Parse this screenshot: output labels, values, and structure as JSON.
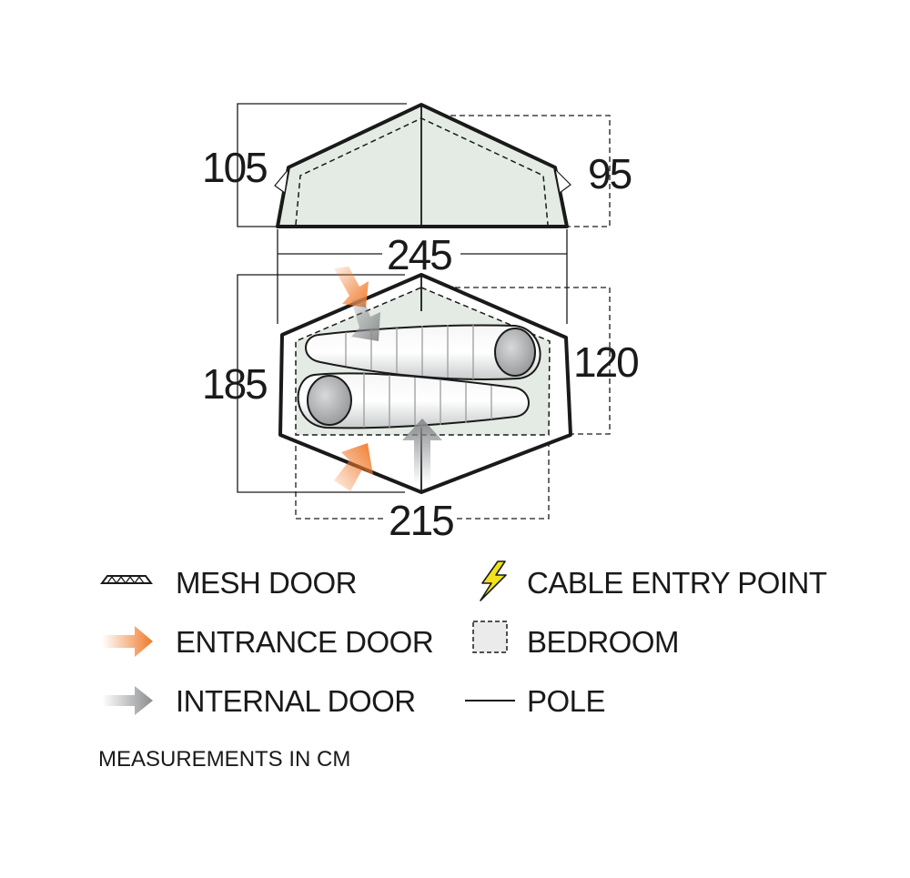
{
  "dimensions": {
    "front_height": "105",
    "rear_height": "95",
    "total_length": "245",
    "total_width": "185",
    "bedroom_width": "120",
    "bedroom_length": "215"
  },
  "legend": {
    "mesh_door": "MESH DOOR",
    "entrance_door": "ENTRANCE DOOR",
    "internal_door": "INTERNAL DOOR",
    "cable_entry_point": "CABLE ENTRY POINT",
    "bedroom": "BEDROOM",
    "pole": "POLE"
  },
  "note": "MEASUREMENTS IN CM",
  "colors": {
    "tent_fill": "#e4ebe4",
    "outline": "#1a1a1a",
    "entrance_arrow": "#f07a2a",
    "internal_arrow": "#8a8c8e",
    "cable_bolt": "#f2e21a",
    "bedroom_swatch": "#ecebeb"
  },
  "icons": [
    "mesh-door-icon",
    "entrance-arrow-icon",
    "internal-arrow-icon",
    "lightning-bolt-icon",
    "bedroom-swatch-icon",
    "pole-line-icon"
  ]
}
